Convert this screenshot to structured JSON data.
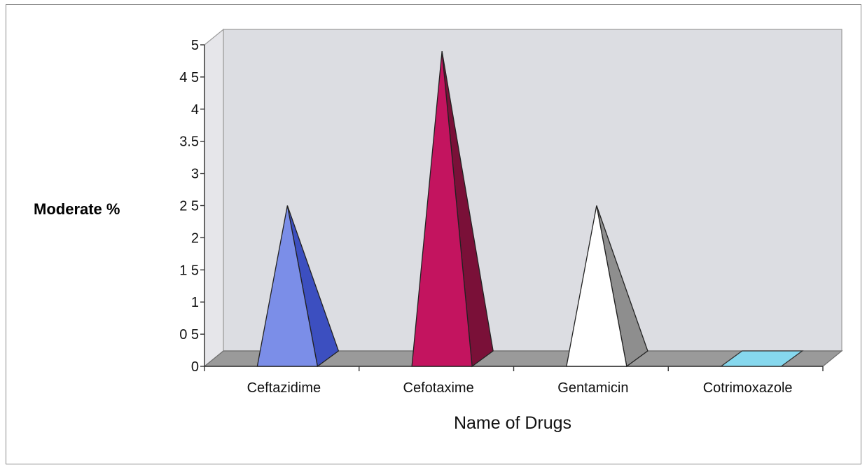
{
  "chart_data": {
    "type": "bar",
    "style": "3d-pyramid",
    "title": "",
    "xlabel": "Name of Drugs",
    "ylabel": "Moderate %",
    "ylim": [
      0,
      5
    ],
    "grid": false,
    "legend": "none",
    "y_ticks": [
      "0",
      "0 5",
      "1",
      "1 5",
      "2",
      "2 5",
      "3",
      "3.5",
      "4",
      "4 5",
      "5"
    ],
    "categories": [
      "Ceftazidime",
      "Cefotaxime",
      "Gentamicin",
      "Cotrimoxazole"
    ],
    "values": [
      2.5,
      4.9,
      2.5,
      0
    ],
    "colors": {
      "front": [
        "#7b8ee8",
        "#c3145f",
        "#ffffff",
        "#86d8ee"
      ],
      "side": [
        "#3c4fc0",
        "#7a1038",
        "#8e8e8e",
        "#4aaed0"
      ],
      "wall": "#dcdde2",
      "floor": "#9a9a9a"
    }
  }
}
